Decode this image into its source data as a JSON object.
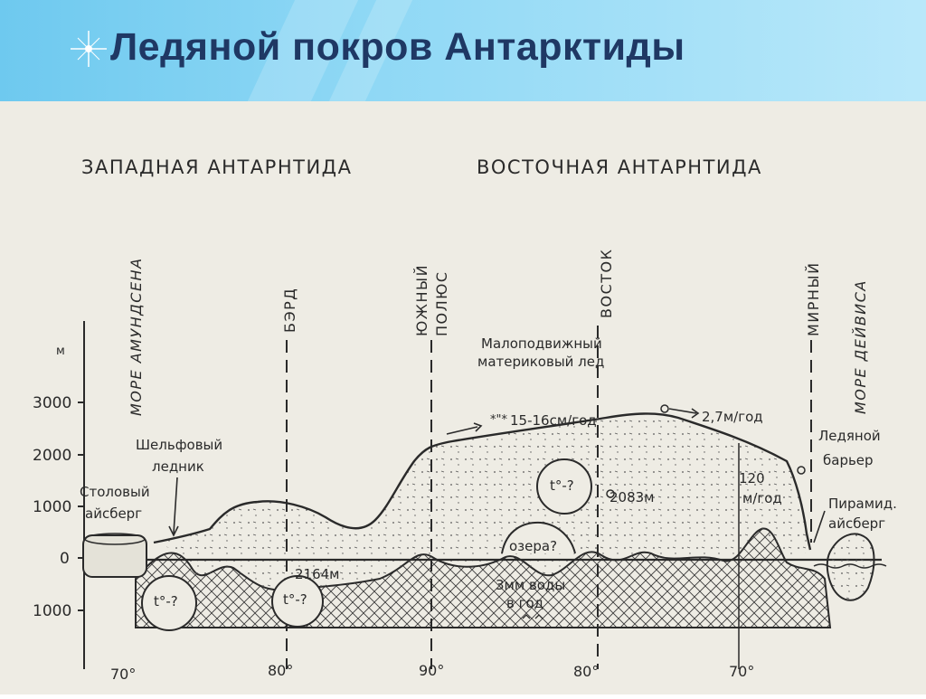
{
  "header": {
    "title": "Ледяной покров Антарктиды",
    "background": "#7fd0f2",
    "title_color": "#1f3864"
  },
  "regions": {
    "west": "ЗАПАДНАЯ АНТАРНТИДА",
    "east": "ВОСТОЧНАЯ АНТАРНТИДА"
  },
  "places": {
    "amundsen_sea": "МОРЕ АМУНДСЕНА",
    "byrd": "БЭРД",
    "south_pole": "ЮЖНЫЙ ПОЛЮС",
    "vostok": "ВОСТОК",
    "mirny": "МИРНЫЙ",
    "davis_sea": "МОРЕ ДЕЙВИСА"
  },
  "y_axis": {
    "unit": "м",
    "ticks": [
      "3000",
      "2000",
      "1000",
      "0",
      "1000"
    ]
  },
  "x_axis": {
    "ticks": [
      "70°",
      "80°",
      "90°",
      "80°",
      "70°"
    ]
  },
  "labels": {
    "stable_ice_1": "Малоподвижный",
    "stable_ice_2": "материковый лед",
    "speed_1": "15-16см/год",
    "speed_2": "2,7м/год",
    "speed_3_a": "120",
    "speed_3_b": "м/год",
    "ice_barrier_1": "Ледяной",
    "ice_barrier_2": "барьер",
    "pyramid_iceberg_1": "Пирамид.",
    "pyramid_iceberg_2": "айсберг",
    "shelf_glacier_1": "Шельфовый",
    "shelf_glacier_2": "ледник",
    "table_iceberg_1": "Столовый",
    "table_iceberg_2": "айсберг",
    "temp_unknown": "t°-?",
    "depth_byrd": "2164м",
    "depth_vostok": "2083м",
    "lakes": "озера?",
    "water_1": "3мм воды",
    "water_2": "в год"
  },
  "colors": {
    "ink": "#2a2a2a",
    "paper": "#eeece4"
  }
}
